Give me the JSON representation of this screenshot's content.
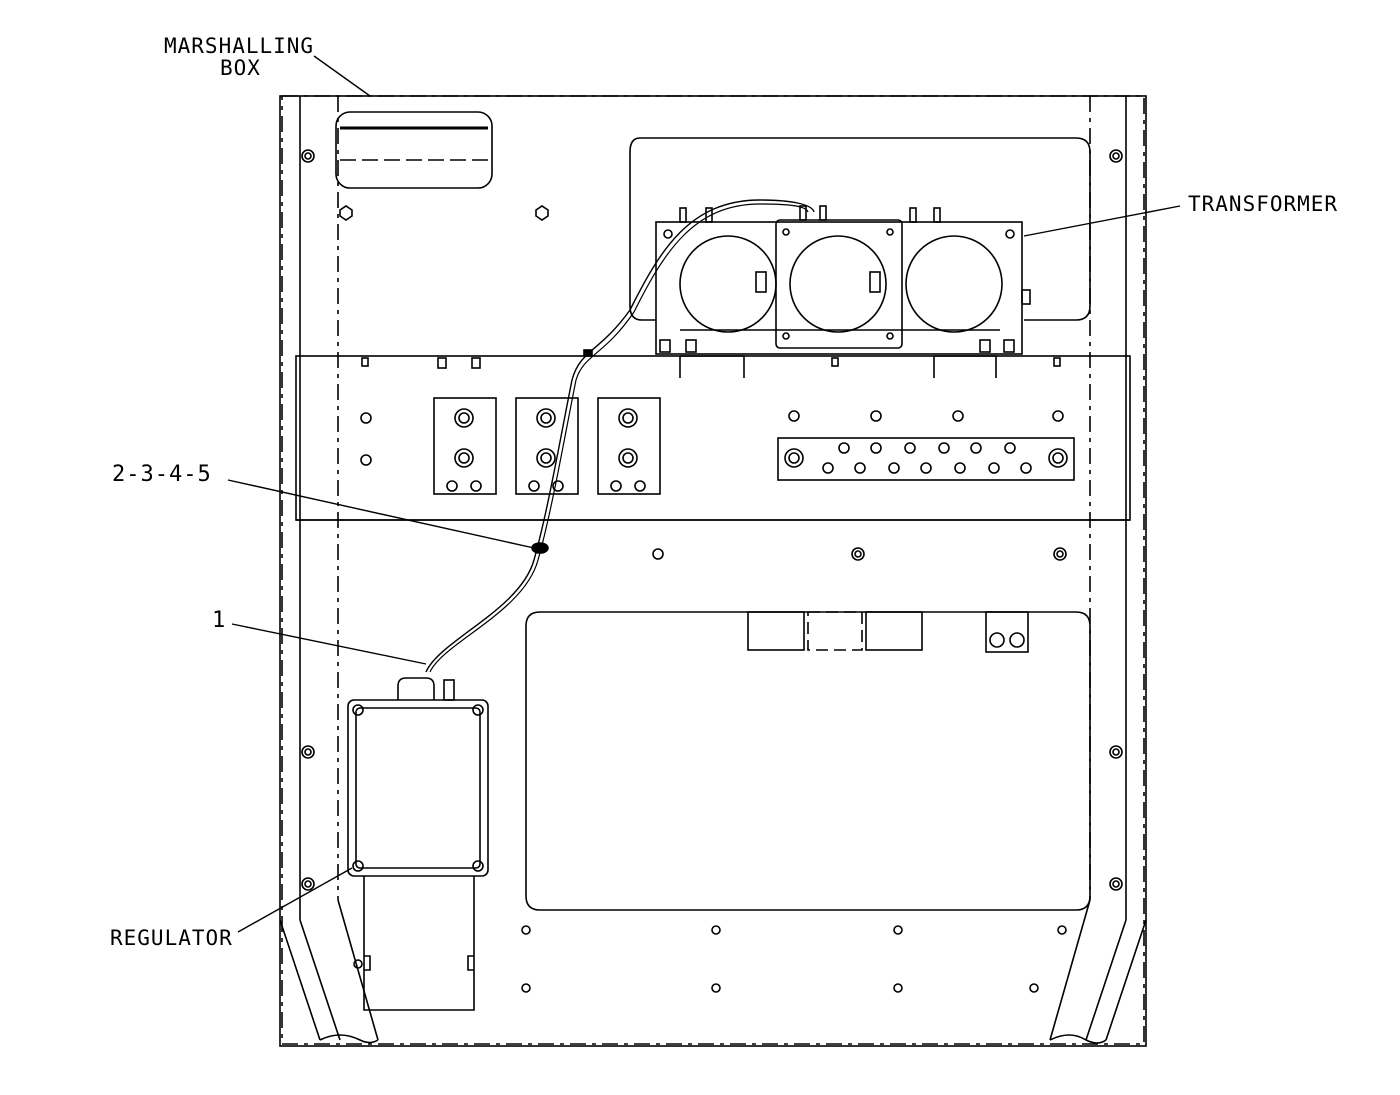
{
  "drawing": {
    "line_color": "#000000",
    "background": "#ffffff"
  },
  "labels": {
    "marshalling_box_line1": "MARSHALLING",
    "marshalling_box_line2": "BOX",
    "transformer": "TRANSFORMER",
    "part_group": "2-3-4-5",
    "part_single": "1",
    "regulator": "REGULATOR"
  }
}
